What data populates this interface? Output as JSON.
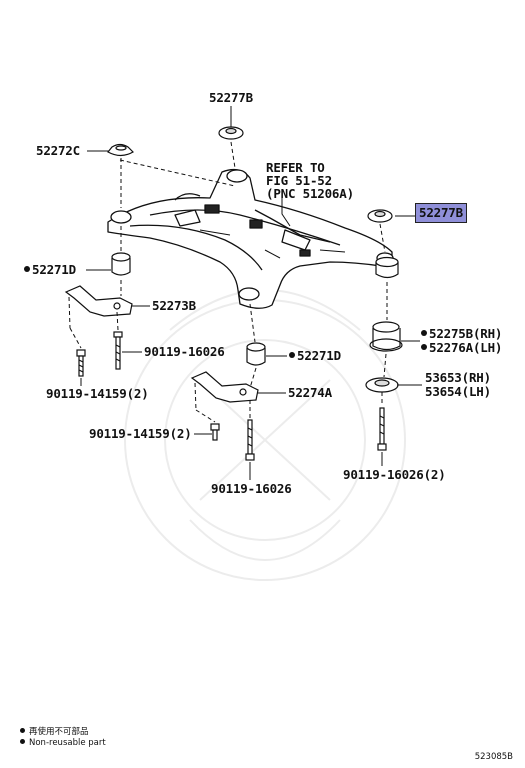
{
  "labels": {
    "p52277b_top": "52277B",
    "p52272c": "52272C",
    "refer_line1": "REFER TO",
    "refer_line2": "FIG 51-52",
    "refer_line3": "(PNC 51206A)",
    "p52277b_hl": "52277B",
    "p52271d_left": "52271D",
    "p52273b": "52273B",
    "p90119_16026_mid": "90119-16026",
    "p52271d_mid": "52271D",
    "p52275b": "52275B(RH)",
    "p52276a": "52276A(LH)",
    "p90119_14159_left": "90119-14159(2)",
    "p52274a": "52274A",
    "p53653": "53653(RH)",
    "p53654": "53654(LH)",
    "p90119_14159_mid": "90119-14159(2)",
    "p90119_16026_bottom": "90119-16026",
    "p90119_16026_right": "90119-16026(2)"
  },
  "legend": {
    "line1": "再使用不可部品",
    "line2": "Non-reusable part"
  },
  "diagram_code": "523085B",
  "colors": {
    "highlight": "#8f8fd8",
    "ink": "#111111"
  }
}
